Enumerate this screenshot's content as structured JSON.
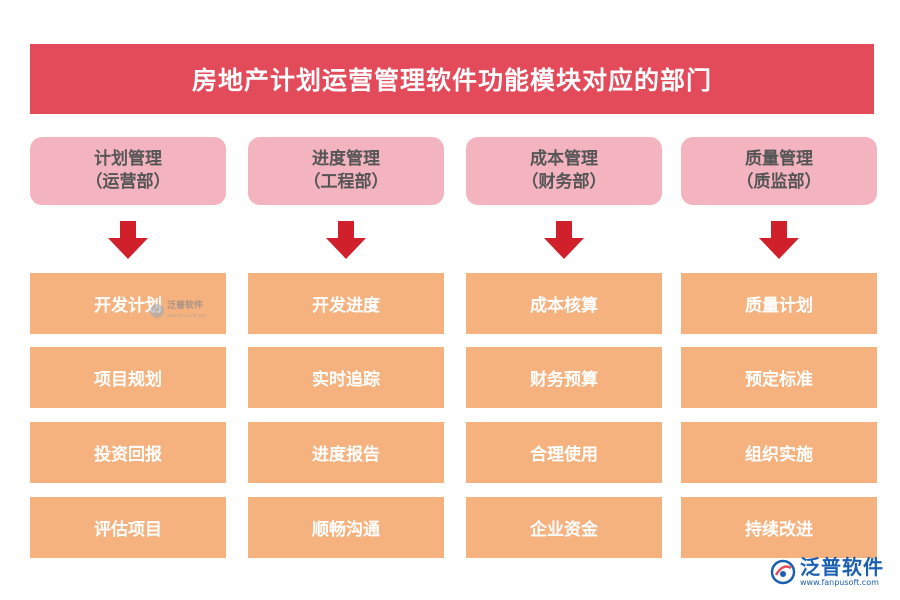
{
  "title": "房地产计划运营管理软件功能模块对应的部门",
  "colors": {
    "title_bg": "#e34a5a",
    "dept_bg": "#f3b4c0",
    "item_bg": "#f5b27e",
    "arrow": "#d0202c"
  },
  "columns": [
    {
      "name": "计划管理",
      "dept": "（运营部）",
      "items": [
        "开发计划",
        "项目规划",
        "投资回报",
        "评估项目"
      ]
    },
    {
      "name": "进度管理",
      "dept": "（工程部）",
      "items": [
        "开发进度",
        "实时追踪",
        "进度报告",
        "顺畅沟通"
      ]
    },
    {
      "name": "成本管理",
      "dept": "（财务部）",
      "items": [
        "成本核算",
        "财务预算",
        "合理使用",
        "企业资金"
      ]
    },
    {
      "name": "质量管理",
      "dept": "（质监部）",
      "items": [
        "质量计划",
        "预定标准",
        "组织实施",
        "持续改进"
      ]
    }
  ],
  "watermark": {
    "name": "泛普软件",
    "sub": "www.fanpusoft.com"
  },
  "logo": {
    "name": "泛普软件",
    "url": "www.fanpusoft.com",
    "icon": "fanpu-logo-icon"
  }
}
